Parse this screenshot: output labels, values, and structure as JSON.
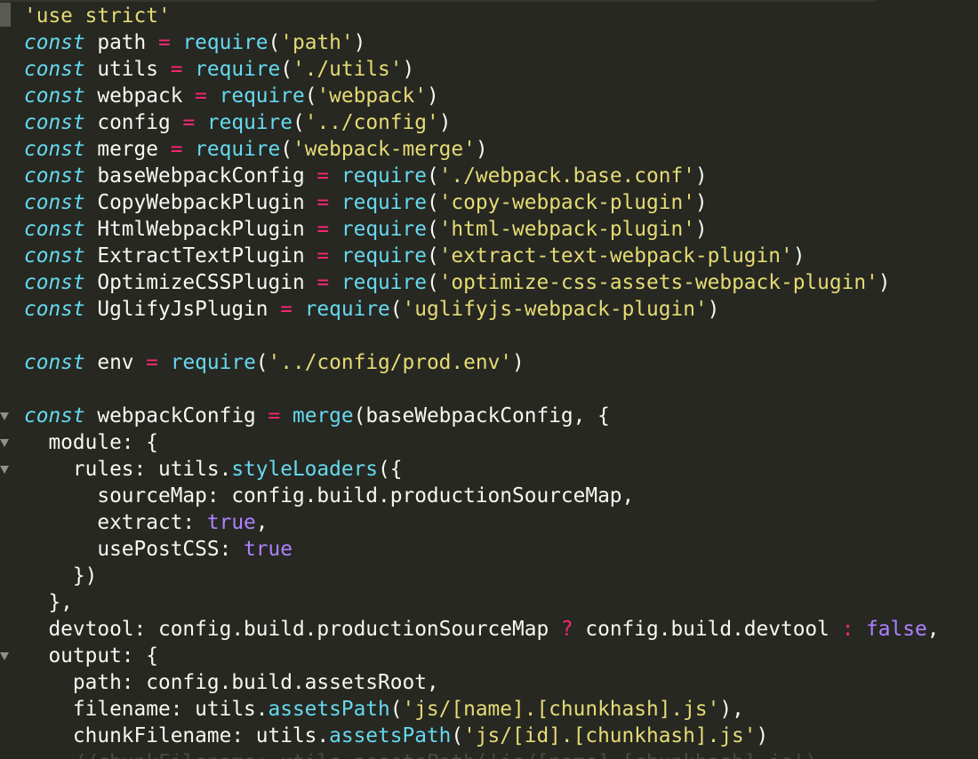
{
  "theme": {
    "background": "#272822",
    "storage": "#66D9EF",
    "operator": "#F92672",
    "string": "#E6DB74",
    "constant": "#AE81FF",
    "text": "#F8F8F2",
    "comment": "#75715E"
  },
  "editor": {
    "lines": [
      {
        "fold": false,
        "cursor": true,
        "tokens": [
          {
            "t": "string",
            "v": "'use strict'"
          }
        ]
      },
      {
        "fold": false,
        "tokens": [
          {
            "t": "storage",
            "v": "const"
          },
          {
            "t": "var",
            "v": " path "
          },
          {
            "t": "op",
            "v": "="
          },
          {
            "t": "var",
            "v": " "
          },
          {
            "t": "func",
            "v": "require"
          },
          {
            "t": "punct",
            "v": "("
          },
          {
            "t": "string",
            "v": "'path'"
          },
          {
            "t": "punct",
            "v": ")"
          }
        ]
      },
      {
        "fold": false,
        "tokens": [
          {
            "t": "storage",
            "v": "const"
          },
          {
            "t": "var",
            "v": " utils "
          },
          {
            "t": "op",
            "v": "="
          },
          {
            "t": "var",
            "v": " "
          },
          {
            "t": "func",
            "v": "require"
          },
          {
            "t": "punct",
            "v": "("
          },
          {
            "t": "string",
            "v": "'./utils'"
          },
          {
            "t": "punct",
            "v": ")"
          }
        ]
      },
      {
        "fold": false,
        "tokens": [
          {
            "t": "storage",
            "v": "const"
          },
          {
            "t": "var",
            "v": " webpack "
          },
          {
            "t": "op",
            "v": "="
          },
          {
            "t": "var",
            "v": " "
          },
          {
            "t": "func",
            "v": "require"
          },
          {
            "t": "punct",
            "v": "("
          },
          {
            "t": "string",
            "v": "'webpack'"
          },
          {
            "t": "punct",
            "v": ")"
          }
        ]
      },
      {
        "fold": false,
        "tokens": [
          {
            "t": "storage",
            "v": "const"
          },
          {
            "t": "var",
            "v": " config "
          },
          {
            "t": "op",
            "v": "="
          },
          {
            "t": "var",
            "v": " "
          },
          {
            "t": "func",
            "v": "require"
          },
          {
            "t": "punct",
            "v": "("
          },
          {
            "t": "string",
            "v": "'../config'"
          },
          {
            "t": "punct",
            "v": ")"
          }
        ]
      },
      {
        "fold": false,
        "tokens": [
          {
            "t": "storage",
            "v": "const"
          },
          {
            "t": "var",
            "v": " merge "
          },
          {
            "t": "op",
            "v": "="
          },
          {
            "t": "var",
            "v": " "
          },
          {
            "t": "func",
            "v": "require"
          },
          {
            "t": "punct",
            "v": "("
          },
          {
            "t": "string",
            "v": "'webpack-merge'"
          },
          {
            "t": "punct",
            "v": ")"
          }
        ]
      },
      {
        "fold": false,
        "tokens": [
          {
            "t": "storage",
            "v": "const"
          },
          {
            "t": "var",
            "v": " baseWebpackConfig "
          },
          {
            "t": "op",
            "v": "="
          },
          {
            "t": "var",
            "v": " "
          },
          {
            "t": "func",
            "v": "require"
          },
          {
            "t": "punct",
            "v": "("
          },
          {
            "t": "string",
            "v": "'./webpack.base.conf'"
          },
          {
            "t": "punct",
            "v": ")"
          }
        ]
      },
      {
        "fold": false,
        "tokens": [
          {
            "t": "storage",
            "v": "const"
          },
          {
            "t": "var",
            "v": " CopyWebpackPlugin "
          },
          {
            "t": "op",
            "v": "="
          },
          {
            "t": "var",
            "v": " "
          },
          {
            "t": "func",
            "v": "require"
          },
          {
            "t": "punct",
            "v": "("
          },
          {
            "t": "string",
            "v": "'copy-webpack-plugin'"
          },
          {
            "t": "punct",
            "v": ")"
          }
        ]
      },
      {
        "fold": false,
        "tokens": [
          {
            "t": "storage",
            "v": "const"
          },
          {
            "t": "var",
            "v": " HtmlWebpackPlugin "
          },
          {
            "t": "op",
            "v": "="
          },
          {
            "t": "var",
            "v": " "
          },
          {
            "t": "func",
            "v": "require"
          },
          {
            "t": "punct",
            "v": "("
          },
          {
            "t": "string",
            "v": "'html-webpack-plugin'"
          },
          {
            "t": "punct",
            "v": ")"
          }
        ]
      },
      {
        "fold": false,
        "tokens": [
          {
            "t": "storage",
            "v": "const"
          },
          {
            "t": "var",
            "v": " ExtractTextPlugin "
          },
          {
            "t": "op",
            "v": "="
          },
          {
            "t": "var",
            "v": " "
          },
          {
            "t": "func",
            "v": "require"
          },
          {
            "t": "punct",
            "v": "("
          },
          {
            "t": "string",
            "v": "'extract-text-webpack-plugin'"
          },
          {
            "t": "punct",
            "v": ")"
          }
        ]
      },
      {
        "fold": false,
        "tokens": [
          {
            "t": "storage",
            "v": "const"
          },
          {
            "t": "var",
            "v": " OptimizeCSSPlugin "
          },
          {
            "t": "op",
            "v": "="
          },
          {
            "t": "var",
            "v": " "
          },
          {
            "t": "func",
            "v": "require"
          },
          {
            "t": "punct",
            "v": "("
          },
          {
            "t": "string",
            "v": "'optimize-css-assets-webpack-plugin'"
          },
          {
            "t": "punct",
            "v": ")"
          }
        ]
      },
      {
        "fold": false,
        "tokens": [
          {
            "t": "storage",
            "v": "const"
          },
          {
            "t": "var",
            "v": " UglifyJsPlugin "
          },
          {
            "t": "op",
            "v": "="
          },
          {
            "t": "var",
            "v": " "
          },
          {
            "t": "func",
            "v": "require"
          },
          {
            "t": "punct",
            "v": "("
          },
          {
            "t": "string",
            "v": "'uglifyjs-webpack-plugin'"
          },
          {
            "t": "punct",
            "v": ")"
          }
        ]
      },
      {
        "fold": false,
        "tokens": []
      },
      {
        "fold": false,
        "tokens": [
          {
            "t": "storage",
            "v": "const"
          },
          {
            "t": "var",
            "v": " env "
          },
          {
            "t": "op",
            "v": "="
          },
          {
            "t": "var",
            "v": " "
          },
          {
            "t": "func",
            "v": "require"
          },
          {
            "t": "punct",
            "v": "("
          },
          {
            "t": "string",
            "v": "'../config/prod.env'"
          },
          {
            "t": "punct",
            "v": ")"
          }
        ]
      },
      {
        "fold": false,
        "tokens": []
      },
      {
        "fold": true,
        "tokens": [
          {
            "t": "storage",
            "v": "const"
          },
          {
            "t": "var",
            "v": " webpackConfig "
          },
          {
            "t": "op",
            "v": "="
          },
          {
            "t": "var",
            "v": " "
          },
          {
            "t": "func",
            "v": "merge"
          },
          {
            "t": "punct",
            "v": "(baseWebpackConfig, {"
          }
        ]
      },
      {
        "fold": true,
        "tokens": [
          {
            "t": "prop",
            "v": "  module: {"
          }
        ]
      },
      {
        "fold": true,
        "tokens": [
          {
            "t": "prop",
            "v": "    rules: utils."
          },
          {
            "t": "func",
            "v": "styleLoaders"
          },
          {
            "t": "punct",
            "v": "({"
          }
        ]
      },
      {
        "fold": false,
        "tokens": [
          {
            "t": "prop",
            "v": "      sourceMap: config.build.productionSourceMap,"
          }
        ]
      },
      {
        "fold": false,
        "tokens": [
          {
            "t": "prop",
            "v": "      extract: "
          },
          {
            "t": "bool",
            "v": "true"
          },
          {
            "t": "punct",
            "v": ","
          }
        ]
      },
      {
        "fold": false,
        "tokens": [
          {
            "t": "prop",
            "v": "      usePostCSS: "
          },
          {
            "t": "bool",
            "v": "true"
          }
        ]
      },
      {
        "fold": false,
        "tokens": [
          {
            "t": "punct",
            "v": "    })"
          }
        ]
      },
      {
        "fold": false,
        "tokens": [
          {
            "t": "punct",
            "v": "  },"
          }
        ]
      },
      {
        "fold": false,
        "tokens": [
          {
            "t": "prop",
            "v": "  devtool: config.build.productionSourceMap "
          },
          {
            "t": "op",
            "v": "?"
          },
          {
            "t": "prop",
            "v": " config.build.devtool "
          },
          {
            "t": "op",
            "v": ":"
          },
          {
            "t": "var",
            "v": " "
          },
          {
            "t": "bool",
            "v": "false"
          },
          {
            "t": "punct",
            "v": ","
          }
        ]
      },
      {
        "fold": true,
        "tokens": [
          {
            "t": "prop",
            "v": "  output: {"
          }
        ]
      },
      {
        "fold": false,
        "tokens": [
          {
            "t": "prop",
            "v": "    path: config.build.assetsRoot,"
          }
        ]
      },
      {
        "fold": false,
        "tokens": [
          {
            "t": "prop",
            "v": "    filename: utils."
          },
          {
            "t": "func",
            "v": "assetsPath"
          },
          {
            "t": "punct",
            "v": "("
          },
          {
            "t": "string",
            "v": "'js/[name].[chunkhash].js'"
          },
          {
            "t": "punct",
            "v": "),"
          }
        ]
      },
      {
        "fold": false,
        "tokens": [
          {
            "t": "prop",
            "v": "    chunkFilename: utils."
          },
          {
            "t": "func",
            "v": "assetsPath"
          },
          {
            "t": "punct",
            "v": "("
          },
          {
            "t": "string",
            "v": "'js/[id].[chunkhash].js'"
          },
          {
            "t": "punct",
            "v": ")"
          }
        ]
      },
      {
        "fold": false,
        "faded": true,
        "tokens": [
          {
            "t": "comment",
            "v": "    //chunkFilename: utils.assetsPath('js/[name].[chunkhash].js')"
          }
        ]
      }
    ]
  }
}
